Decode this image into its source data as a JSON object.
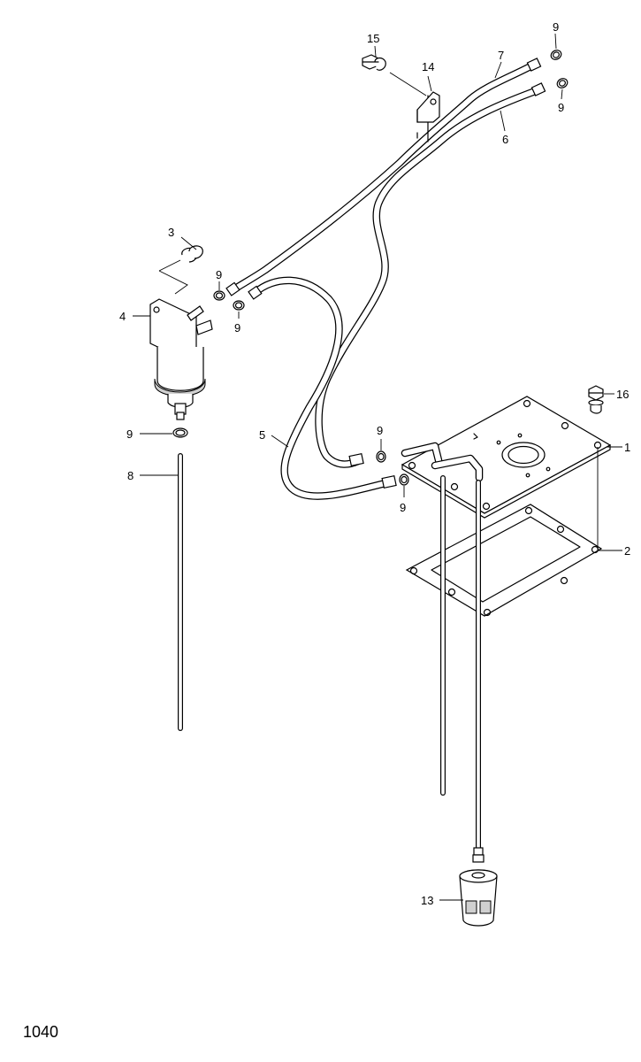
{
  "page_number": "1040",
  "callouts": {
    "c1": "1",
    "c2": "2",
    "c3": "3",
    "c4": "4",
    "c5": "5",
    "c6": "6",
    "c7": "7",
    "c8": "8",
    "c9": "9",
    "c13": "13",
    "c14": "14",
    "c15": "15",
    "c16": "16"
  }
}
